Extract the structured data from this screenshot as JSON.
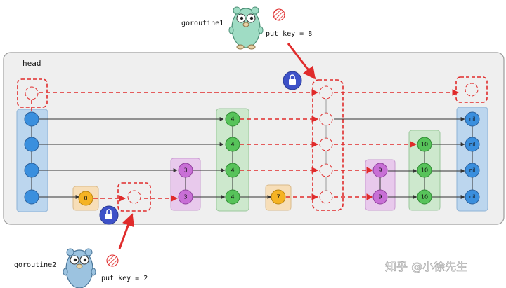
{
  "labels": {
    "head": "head",
    "goroutine1": "goroutine1",
    "goroutine2": "goroutine2",
    "put1": "put key = 8",
    "put2": "put key = 2",
    "watermark": "知乎 @小徐先生"
  },
  "node_values": {
    "zero": "0",
    "three": "3",
    "four": "4",
    "seven": "7",
    "nine": "9",
    "ten": "10",
    "nil": "nil"
  },
  "colors": {
    "head_group": "#bcd6ee",
    "head_node": "#3a8fde",
    "green_group": "#cde8cd",
    "green_node": "#57c35a",
    "purple_group": "#e8c9ec",
    "purple_node": "#c86fd6",
    "orange_group": "#f7deb8",
    "orange_node": "#f5b324",
    "nil_group": "#bcd6ee",
    "nil_node": "#3a8fde",
    "red_dash": "#e02b2b",
    "lock": "#3d51c8",
    "gopher1": "#9fdcc4",
    "gopher2": "#9cc3e0"
  },
  "icons": [
    "gopher-icon",
    "lock-icon",
    "hatched-circle-icon"
  ]
}
